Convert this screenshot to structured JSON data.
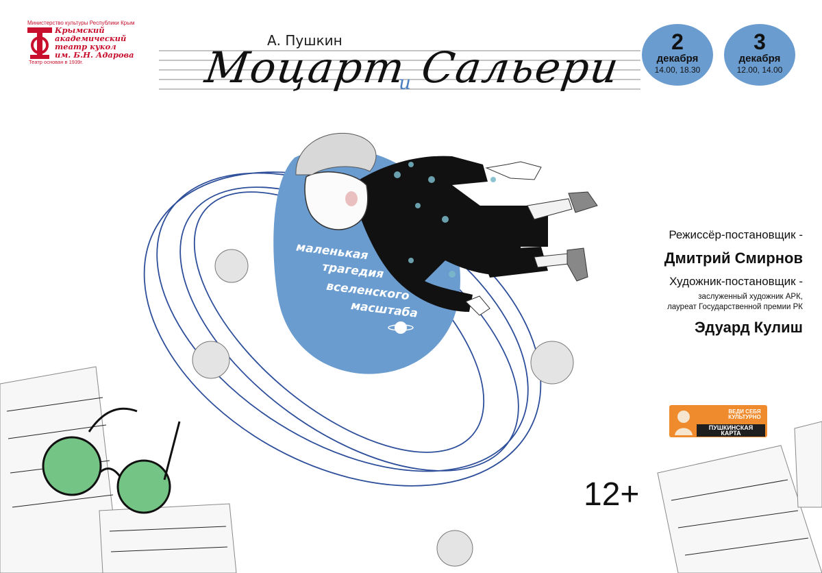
{
  "theatre": {
    "ministry": "Министерство культуры Республики Крым",
    "name_lines": [
      "Крымский",
      "академический",
      "театр кукол",
      "им. Б.Н. Адарова"
    ],
    "founded": "Театр основан в 1939г."
  },
  "author": "А. Пушкин",
  "title": {
    "part1": "Моцарт",
    "conjunction": "и",
    "part2": "Сальери"
  },
  "dates": [
    {
      "day": "2",
      "month": "декабря",
      "times": "14.00, 18.30"
    },
    {
      "day": "3",
      "month": "декабря",
      "times": "12.00, 14.00"
    }
  ],
  "tagline": [
    "маленькая",
    "трагедия",
    "вселенского",
    "масштаба"
  ],
  "credits": {
    "director_role": "Режиссёр-постановщик -",
    "director_name": "Дмитрий Смирнов",
    "artist_role": "Художник-постановщик -",
    "artist_title_lines": [
      "заслуженный художник АРК,",
      "лауреат Государственной премии РК"
    ],
    "artist_name": "Эдуард Кулиш"
  },
  "pushkin_card": {
    "slogan_lines": [
      "ВЕДИ СЕБЯ",
      "КУЛЬТУРНО"
    ],
    "name_lines": [
      "ПУШКИНСКАЯ",
      "КАРТА"
    ]
  },
  "age_rating": "12+",
  "colors": {
    "accent_blue": "#6b9cd0",
    "logo_red": "#c8102e",
    "card_orange": "#ef8b2c"
  }
}
